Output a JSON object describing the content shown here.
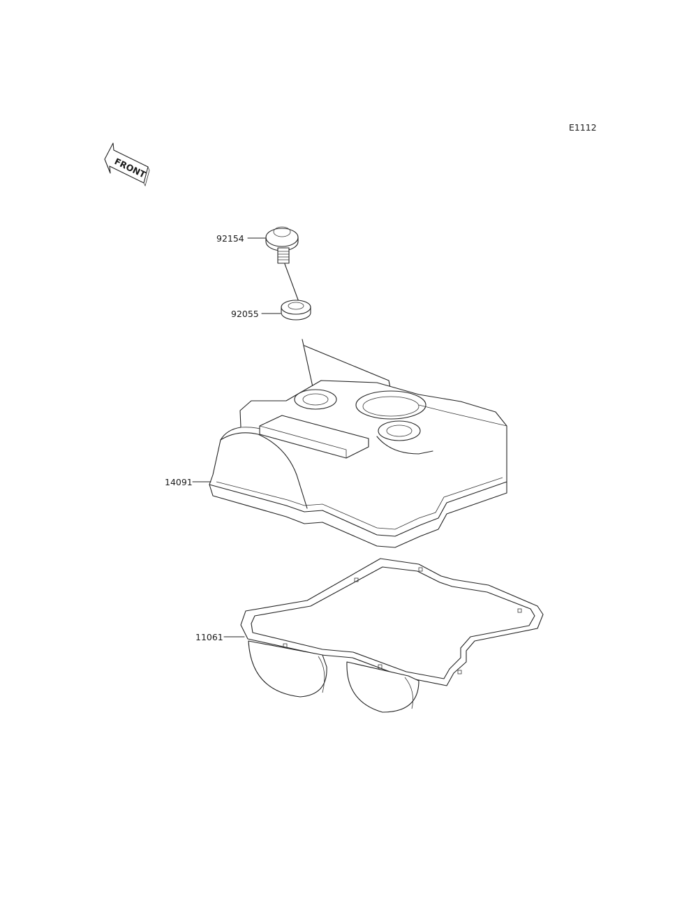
{
  "diagram": {
    "code": "E1112",
    "front_label": "FRONT",
    "parts": [
      {
        "number": "92154"
      },
      {
        "number": "92055"
      },
      {
        "number": "14091"
      },
      {
        "number": "11061"
      }
    ]
  }
}
